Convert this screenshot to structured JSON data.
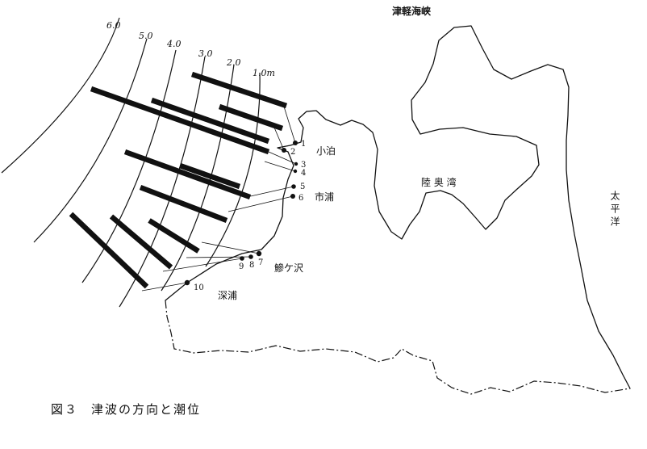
{
  "caption": {
    "figure_no": "図３",
    "title": "津波の方向と潮位"
  },
  "places": {
    "strait": "津軽海峡",
    "bay": "陸 奥 湾",
    "pacific": "太平洋",
    "kodomari": "小泊",
    "ichiura": "市浦",
    "ajigasawa": "鰺ケ沢",
    "fukaura": "深浦"
  },
  "isolines": [
    "6.0",
    "5.0",
    "4.0",
    "3.0",
    "2.0",
    "1.0m"
  ],
  "stations": [
    "1",
    "2",
    "3",
    "4",
    "5",
    "6",
    "7",
    "8",
    "9",
    "10"
  ]
}
